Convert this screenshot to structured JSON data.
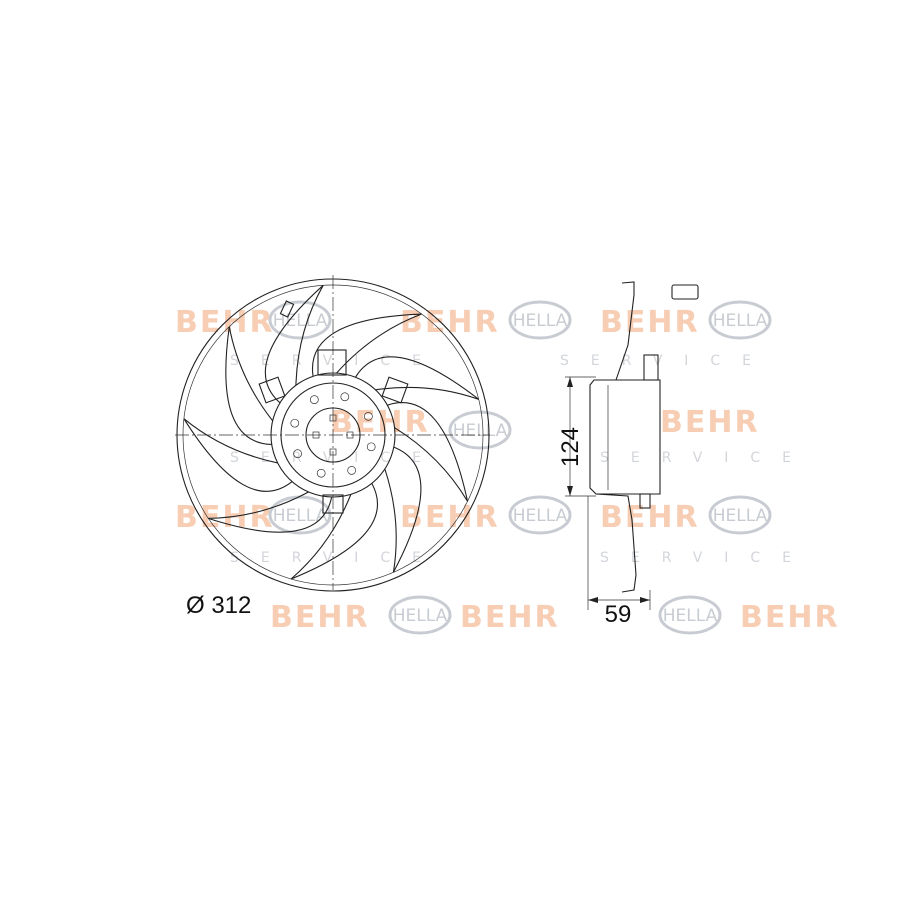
{
  "drawing": {
    "diameter_label": "Ø 312",
    "depth_label": "59",
    "height_label": "124"
  },
  "watermark": {
    "brand_behr": "BEHR",
    "brand_hella": "HELLA",
    "service_text": "SERVICE",
    "behr_color": "#f7cdb3",
    "hella_color": "#c8ccd2"
  },
  "fan": {
    "blade_count": 9
  }
}
